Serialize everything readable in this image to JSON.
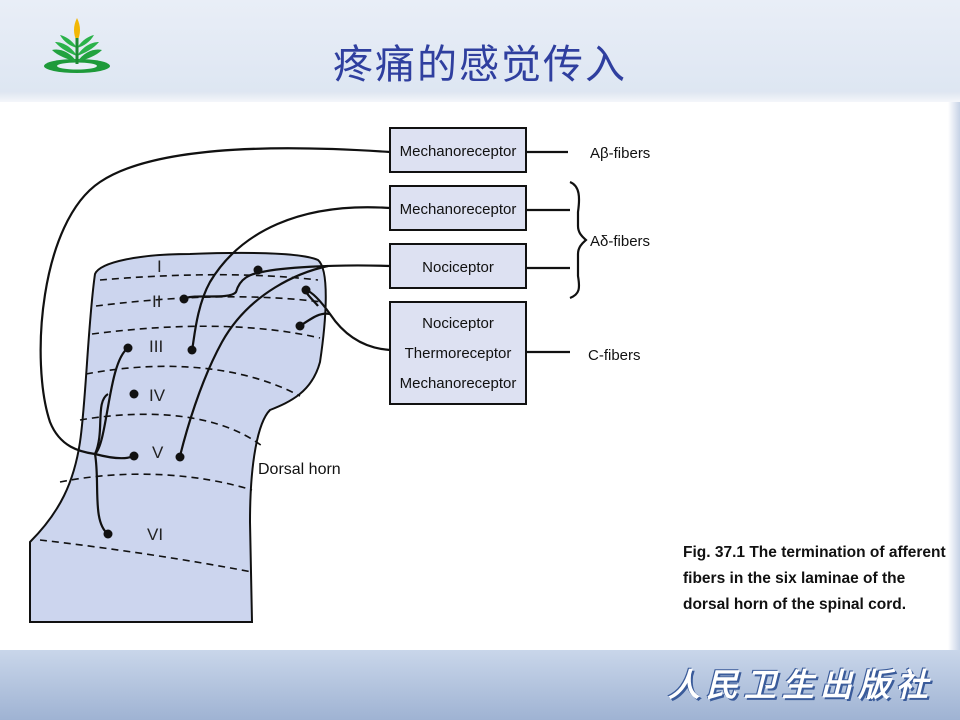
{
  "slide": {
    "title": "疼痛的感觉传入",
    "publisher": "人民卫生出版社",
    "caption": "Fig. 37.1 The termination of afferent fibers in the six laminae of the dorsal horn of the spinal cord."
  },
  "diagram": {
    "receptor_boxes": [
      {
        "lines": [
          "Mechanoreceptor"
        ]
      },
      {
        "lines": [
          "Mechanoreceptor"
        ]
      },
      {
        "lines": [
          "Nociceptor"
        ]
      },
      {
        "lines": [
          "Nociceptor",
          "Thermoreceptor",
          "Mechanoreceptor"
        ]
      }
    ],
    "fiber_labels": [
      "Aβ-fibers",
      "Aδ-fibers",
      "C-fibers"
    ],
    "laminae": [
      "I",
      "II",
      "III",
      "IV",
      "V",
      "VI"
    ],
    "region_label": "Dorsal horn"
  },
  "colors": {
    "title": "#2f3f9f",
    "box_fill": "#dde1f2",
    "horn_fill": "#ccd5ee"
  }
}
